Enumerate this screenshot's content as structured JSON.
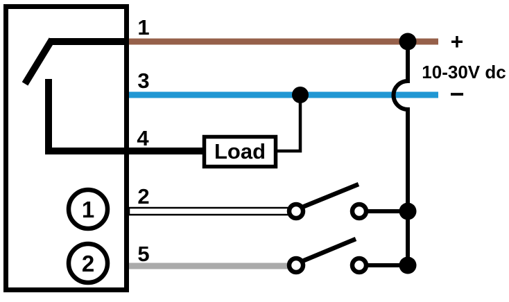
{
  "terminals": [
    {
      "label": "1"
    },
    {
      "label": "3"
    },
    {
      "label": "4"
    },
    {
      "label": "2"
    },
    {
      "label": "5"
    }
  ],
  "ports": [
    {
      "label": "1"
    },
    {
      "label": "2"
    }
  ],
  "load": {
    "label": "Load"
  },
  "power": {
    "plus": "+",
    "voltage": "10-30V dc",
    "minus": "−"
  },
  "colors": {
    "brown_wire": "#96604A",
    "blue_wire": "#2097D3",
    "gray_wire": "#AAAAAA",
    "line_black": "#000000"
  }
}
